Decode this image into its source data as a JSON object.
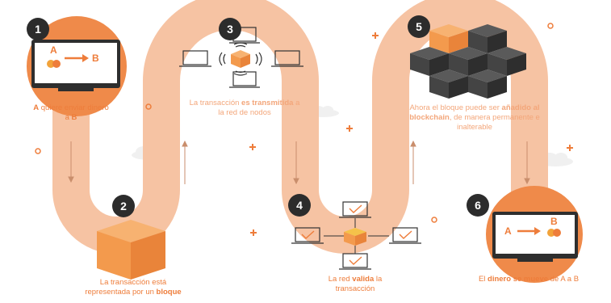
{
  "steps": [
    {
      "number": "1",
      "caption_parts": [
        {
          "text": "A",
          "bold": true
        },
        {
          "text": " quiere enviar dinero a ",
          "bold": false
        },
        {
          "text": "B",
          "bold": true
        }
      ]
    },
    {
      "number": "2",
      "caption_parts": [
        {
          "text": "La transacción está representada por un ",
          "bold": false
        },
        {
          "text": "bloque",
          "bold": true
        }
      ]
    },
    {
      "number": "3",
      "caption_parts": [
        {
          "text": "La transacción ",
          "bold": false
        },
        {
          "text": "es transmitida",
          "bold": true
        },
        {
          "text": " a la red de nodos",
          "bold": false
        }
      ]
    },
    {
      "number": "4",
      "caption_parts": [
        {
          "text": "La red ",
          "bold": false
        },
        {
          "text": "valida",
          "bold": true
        },
        {
          "text": " la transacción",
          "bold": false
        }
      ]
    },
    {
      "number": "5",
      "caption_parts": [
        {
          "text": "Ahora el bloque puede ser ",
          "bold": false
        },
        {
          "text": "añadido al blockchain",
          "bold": true
        },
        {
          "text": ", de manera permanente e inalterable",
          "bold": false
        }
      ]
    },
    {
      "number": "6",
      "caption_parts": [
        {
          "text": "El ",
          "bold": false
        },
        {
          "text": "dinero se mueve",
          "bold": true
        },
        {
          "text": " de A a B",
          "bold": false
        }
      ]
    }
  ],
  "screens": {
    "step1": {
      "from": "A",
      "to": "B"
    },
    "step6": {
      "from": "A",
      "to": "B"
    }
  },
  "icons": [
    "laptop-icon",
    "coin-icon",
    "arrow-icon",
    "cube-icon",
    "wifi-signal-icon",
    "checkmark-icon",
    "plus-icon",
    "circle-icon",
    "cloud-icon"
  ],
  "colors": {
    "accent": "#ee7d3b",
    "path": "#f6c3a3",
    "number_badge": "#2c2c2c",
    "cube_orange": "#f39a4d",
    "cube_dark": "#3a3a3a"
  }
}
